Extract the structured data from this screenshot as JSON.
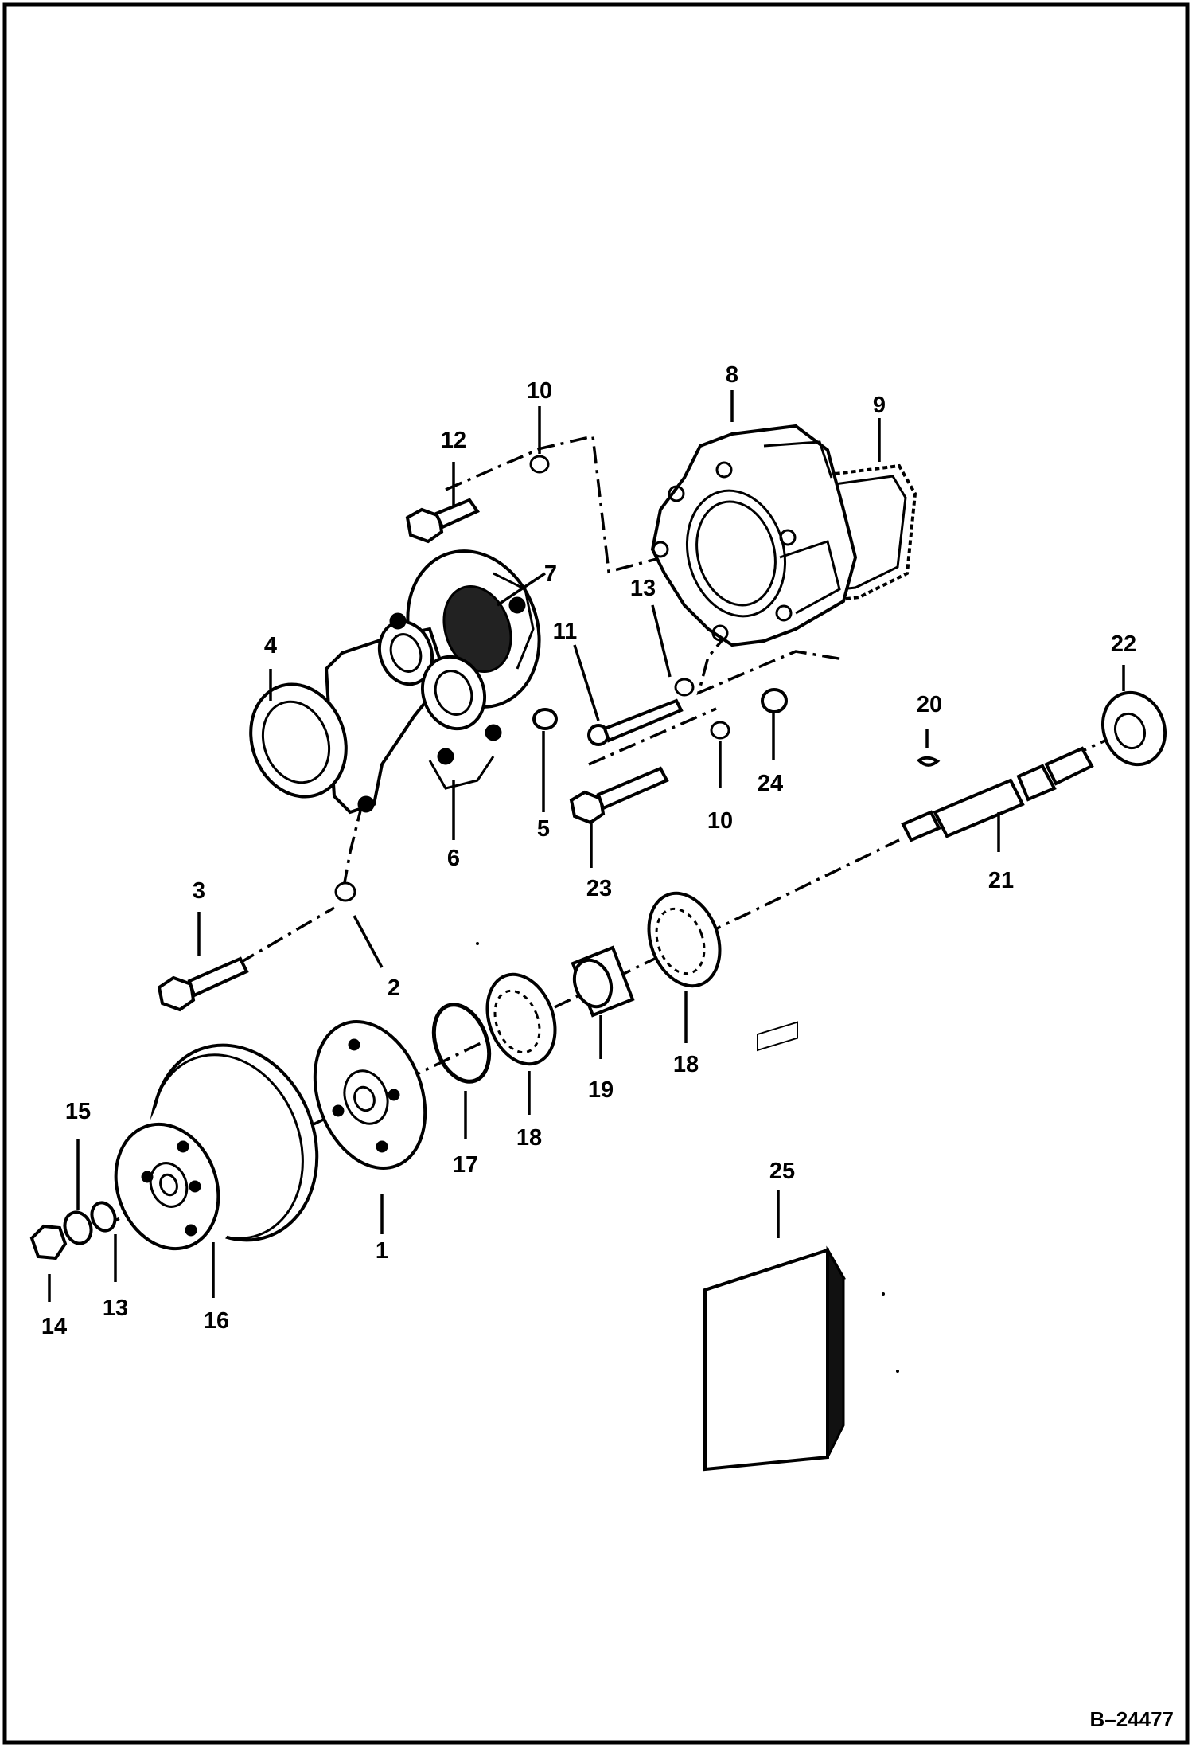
{
  "diagram": {
    "drawing_number": "B–24477",
    "callouts": {
      "c1": "1",
      "c2": "2",
      "c3": "3",
      "c4": "4",
      "c5": "5",
      "c6": "6",
      "c7": "7",
      "c8": "8",
      "c9": "9",
      "c10a": "10",
      "c10b": "10",
      "c11": "11",
      "c12": "12",
      "c13a": "13",
      "c13b": "13",
      "c14": "14",
      "c15": "15",
      "c16": "16",
      "c17": "17",
      "c18a": "18",
      "c18b": "18",
      "c19": "19",
      "c20": "20",
      "c21": "21",
      "c22": "22",
      "c23": "23",
      "c24": "24",
      "c25": "25"
    }
  }
}
